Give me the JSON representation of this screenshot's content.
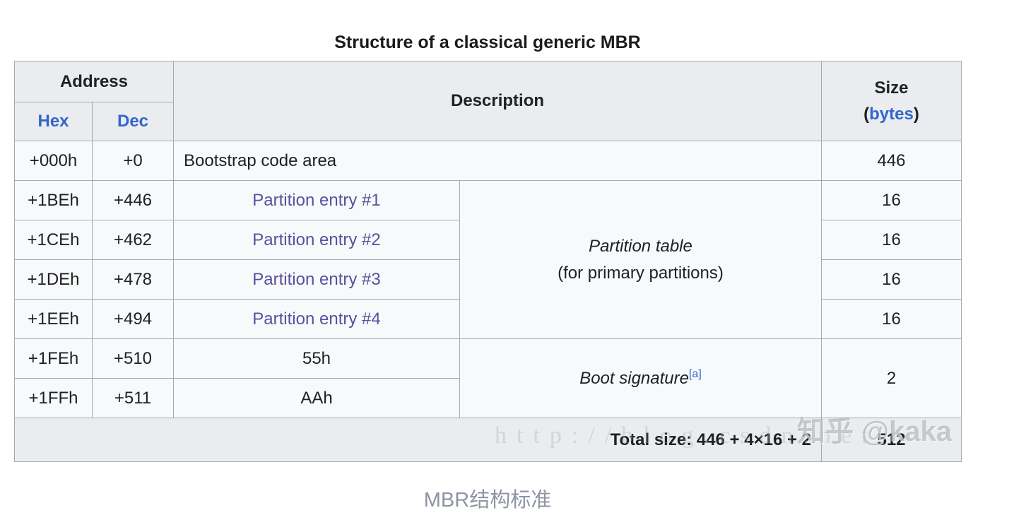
{
  "table": {
    "title": "Structure of a classical generic MBR",
    "headers": {
      "address": "Address",
      "hex": "Hex",
      "dec": "Dec",
      "description": "Description",
      "size_label": "Size",
      "bytes_open": "(",
      "bytes_link": "bytes",
      "bytes_close": ")"
    },
    "body": {
      "bootstrap": {
        "hex": "+000h",
        "dec": "+0",
        "desc": "Bootstrap code area",
        "size": "446"
      },
      "partitions": [
        {
          "hex": "+1BEh",
          "dec": "+446",
          "label": "Partition entry #1",
          "size": "16"
        },
        {
          "hex": "+1CEh",
          "dec": "+462",
          "label": "Partition entry #2",
          "size": "16"
        },
        {
          "hex": "+1DEh",
          "dec": "+478",
          "label": "Partition entry #3",
          "size": "16"
        },
        {
          "hex": "+1EEh",
          "dec": "+494",
          "label": "Partition entry #4",
          "size": "16"
        }
      ],
      "partition_table": {
        "line1": "Partition table",
        "line2": "(for primary partitions)"
      },
      "signature_rows": [
        {
          "hex": "+1FEh",
          "dec": "+510",
          "value": "55h"
        },
        {
          "hex": "+1FFh",
          "dec": "+511",
          "value": "AAh"
        }
      ],
      "boot_signature": {
        "label": "Boot signature",
        "note_ref": "[a]",
        "size": "2"
      },
      "total": {
        "label": "Total size: 446 + 4×16 + 2",
        "size": "512"
      }
    }
  },
  "caption": "MBR结构标准",
  "watermarks": {
    "zhihu": "知乎 @kaka",
    "url": "http://blog.csdn.net"
  },
  "colors": {
    "header_bg": "#eaecf0",
    "cell_bg": "#f8f9fa",
    "border": "#a2a9b1",
    "link_blue": "#3366cc",
    "link_visited_purple": "#5a4f9f",
    "text": "#202122",
    "caption_gray": "#8d95a3"
  }
}
